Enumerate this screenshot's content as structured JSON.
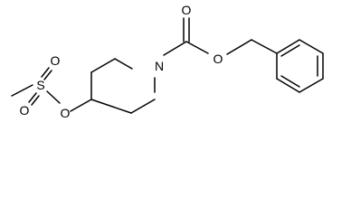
{
  "molecule": {
    "atoms": {
      "carbonyl_oxygen": "O",
      "ester_oxygen": "O",
      "ring_nitrogen": "N",
      "ether_oxygen": "O",
      "sulfur": "S",
      "sulfonyl_oxygen_top": "O",
      "sulfonyl_oxygen_bottom": "O"
    },
    "colors": {
      "bond": "#000000",
      "label": "#000000",
      "background": "#ffffff"
    }
  }
}
